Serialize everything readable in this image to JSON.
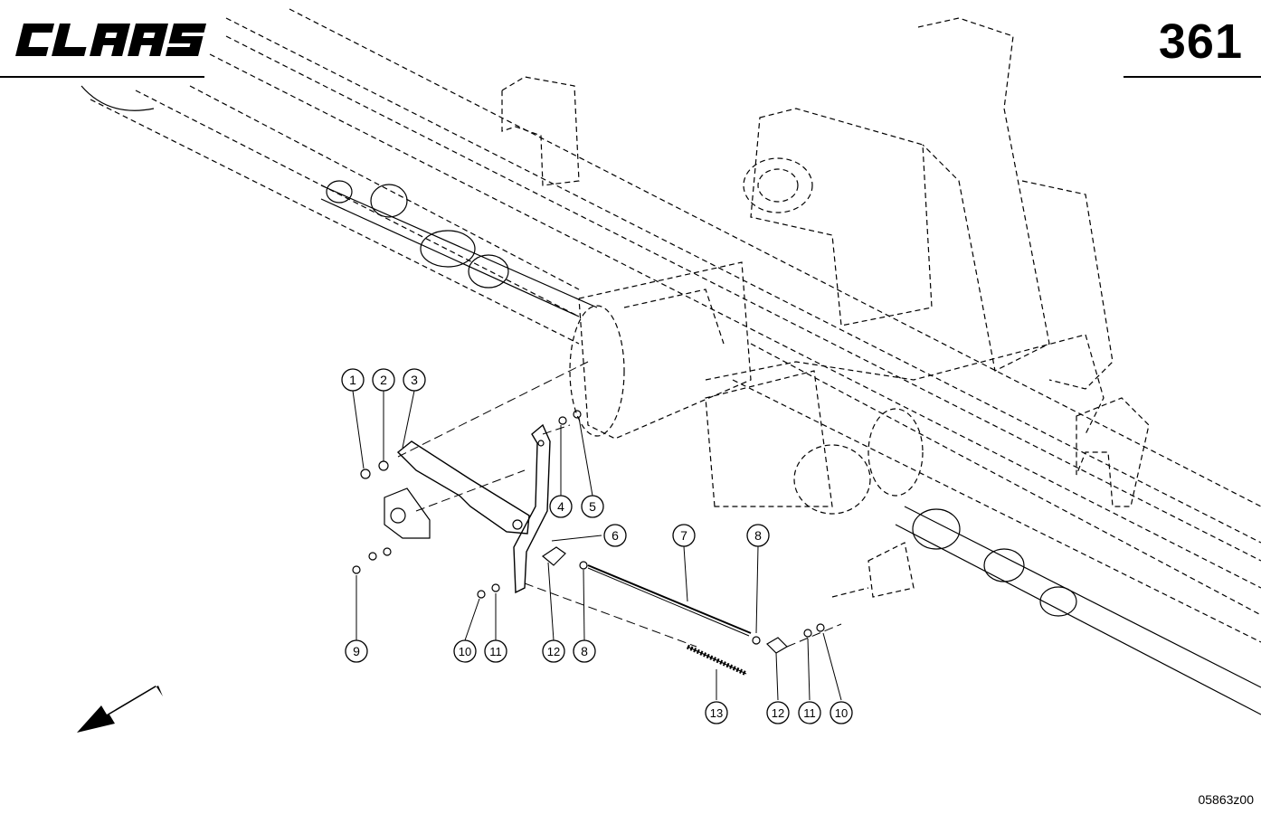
{
  "header": {
    "brand": "CLAAS",
    "page_number": "361"
  },
  "footer": {
    "drawing_id": "05863z00"
  },
  "callouts": [
    {
      "label": "1"
    },
    {
      "label": "2"
    },
    {
      "label": "3"
    },
    {
      "label": "4"
    },
    {
      "label": "5"
    },
    {
      "label": "6"
    },
    {
      "label": "7"
    },
    {
      "label": "8"
    },
    {
      "label": "9"
    },
    {
      "label": "10"
    },
    {
      "label": "11"
    },
    {
      "label": "12"
    },
    {
      "label": "8"
    },
    {
      "label": "13"
    },
    {
      "label": "12"
    },
    {
      "label": "11"
    },
    {
      "label": "10"
    }
  ],
  "icons": {
    "direction": "direction-arrow-icon"
  }
}
